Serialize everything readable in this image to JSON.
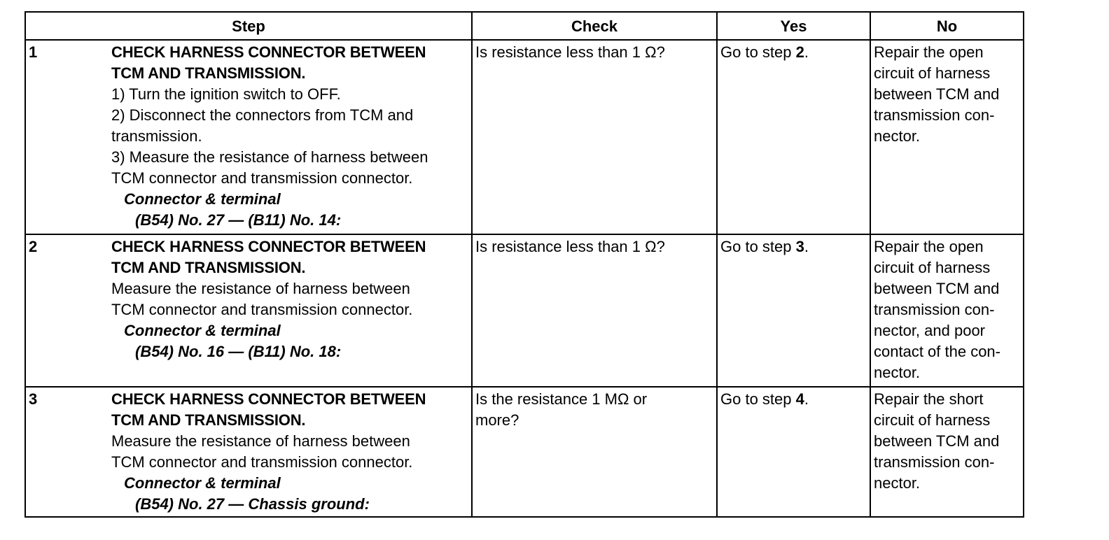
{
  "table": {
    "headers": {
      "step": "Step",
      "check": "Check",
      "yes": "Yes",
      "no": "No"
    },
    "rows": [
      {
        "num": "1",
        "title_line1": "CHECK HARNESS CONNECTOR BETWEEN",
        "title_line2": "TCM AND TRANSMISSION.",
        "instructions": [
          "1)  Turn the ignition switch to OFF.",
          "2)  Disconnect the connectors from TCM and",
          "transmission.",
          "3)  Measure the resistance of harness between",
          "TCM connector and transmission connector."
        ],
        "spec_label": "Connector & terminal",
        "spec_value": "(B54) No. 27 — (B11) No. 14:",
        "check": "Is resistance less than 1 Ω?",
        "yes_prefix": "Go to step ",
        "yes_step": "2",
        "yes_suffix": ".",
        "no_lines": [
          "Repair the open",
          "circuit of harness",
          "between TCM and",
          "transmission con-",
          "nector."
        ]
      },
      {
        "num": "2",
        "title_line1": "CHECK HARNESS CONNECTOR BETWEEN",
        "title_line2": "TCM AND TRANSMISSION.",
        "instructions": [
          "Measure the resistance of harness between",
          "TCM connector and transmission connector."
        ],
        "spec_label": "Connector & terminal",
        "spec_value": "(B54) No. 16 — (B11) No. 18:",
        "check": "Is resistance less than 1 Ω?",
        "yes_prefix": "Go to step ",
        "yes_step": "3",
        "yes_suffix": ".",
        "no_lines": [
          "Repair the open",
          "circuit of harness",
          "between TCM and",
          "transmission con-",
          "nector, and poor",
          "contact of the con-",
          "nector."
        ]
      },
      {
        "num": "3",
        "title_line1": "CHECK HARNESS CONNECTOR BETWEEN",
        "title_line2": "TCM AND TRANSMISSION.",
        "instructions": [
          "Measure the resistance of harness between",
          "TCM connector and transmission connector."
        ],
        "spec_label": "Connector & terminal",
        "spec_value": "(B54) No. 27 — Chassis ground:",
        "check_line1": "Is the resistance 1 MΩ or",
        "check_line2": "more?",
        "yes_prefix": "Go to step ",
        "yes_step": "4",
        "yes_suffix": ".",
        "no_lines": [
          "Repair the short",
          "circuit of harness",
          "between TCM and",
          "transmission con-",
          "nector."
        ]
      }
    ]
  }
}
